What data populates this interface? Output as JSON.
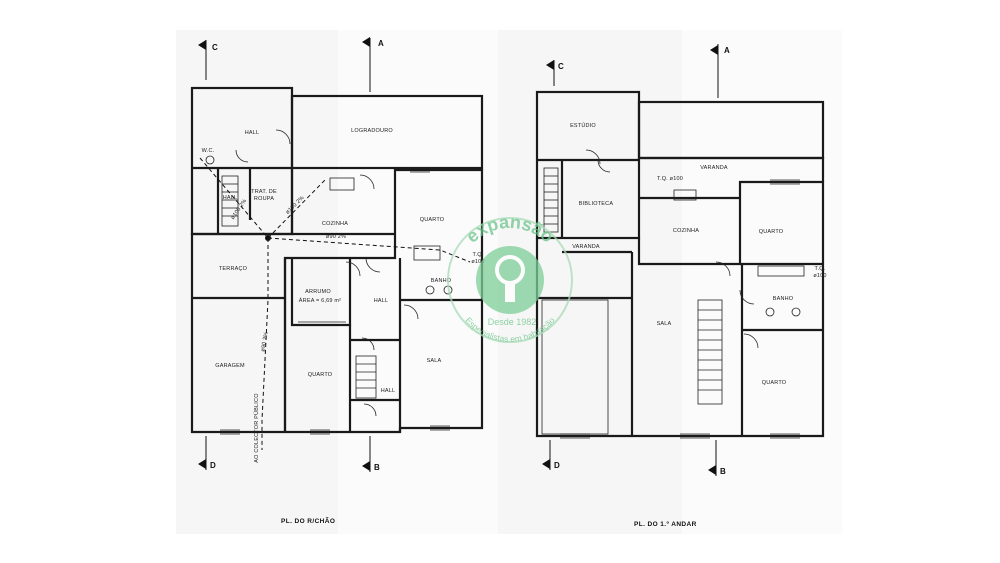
{
  "ground_floor": {
    "title": "PL. DO R/CHÃO",
    "rooms": {
      "hall_top": "HALL",
      "logradouro": "LOGRADOURO",
      "trat_roupa_1": "TRAT. DE",
      "trat_roupa_2": "ROUPA",
      "hall_small": "HALL",
      "cozinha": "COZINHA",
      "quarto_top": "QUARTO",
      "terraco": "TERRAÇO",
      "arrumo": "ARRUMO",
      "arrumo_area": "ÁREA = 6,69 m²",
      "hall_center": "HALL",
      "quarto_bottom": "QUARTO",
      "hall_bottom": "HALL",
      "sala": "SALA",
      "garagem": "GARAGEM",
      "wc": "W.C.",
      "banho": "BANHO"
    },
    "annotations": {
      "pipe1": "ø100 2%",
      "pipe2": "ø100 2%",
      "pipe3": "ø90 2%",
      "pipe4": "ø90 2%",
      "tq": "T.Q.",
      "tq_size": "ø100",
      "coletor": "AO COLECTOR PÚBLICO"
    }
  },
  "first_floor": {
    "title": "PL. DO 1.º ANDAR",
    "rooms": {
      "estudio": "ESTÚDIO",
      "biblioteca": "BIBLIOTECA",
      "varanda_top": "VARANDA",
      "varanda_left": "VARANDA",
      "cozinha": "COZINHA",
      "quarto_top": "QUARTO",
      "sala": "SALA",
      "quarto_bottom": "QUARTO",
      "banho": "BANHO"
    },
    "annotations": {
      "tq_left": "T.Q. ø100",
      "tq_right": "T.Q.",
      "tq_right_size": "ø100"
    }
  },
  "section_markers": [
    "A",
    "B",
    "C",
    "D"
  ],
  "watermark": {
    "brand": "expansão",
    "line1": "Desde 1982",
    "line2": "Especialistas em habitação",
    "color": "#6cc48a"
  }
}
